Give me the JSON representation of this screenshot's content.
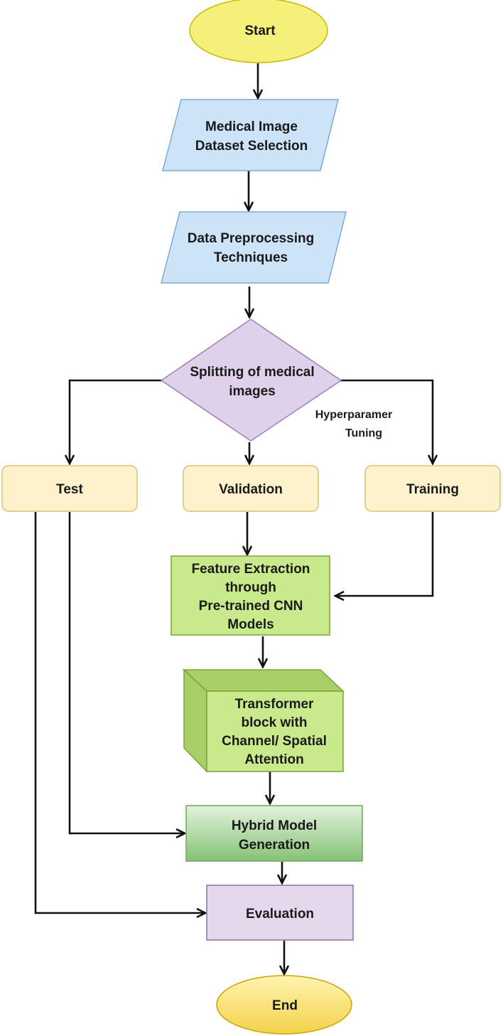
{
  "nodes": {
    "start": "Start",
    "dataset": [
      "Medical Image",
      "Dataset Selection"
    ],
    "preprocessing": [
      "Data Preprocessing",
      "Techniques"
    ],
    "splitting": [
      "Splitting of medical",
      "images"
    ],
    "test": "Test",
    "validation": "Validation",
    "training": "Training",
    "feature_extraction": [
      "Feature Extraction",
      "through",
      "Pre-trained CNN",
      "Models"
    ],
    "transformer": [
      "Transformer",
      "block with",
      "Channel/ Spatial",
      "Attention"
    ],
    "hybrid": [
      "Hybrid Model",
      "Generation"
    ],
    "evaluation": "Evaluation",
    "end": "End"
  },
  "annotations": {
    "hyperparameter": [
      "Hyperparamer",
      "Tuning"
    ]
  },
  "colors": {
    "terminal_fill": "#f5f07a",
    "terminal_stroke": "#c9b800",
    "io_fill": "#cde3f7",
    "io_stroke": "#7ea9d2",
    "decision_fill": "#e0d1ea",
    "decision_stroke": "#9d7fb6",
    "split_fill": "#fdf2cc",
    "split_stroke": "#d8c27a",
    "process_fill": "#c8ea8c",
    "process_stroke": "#7aa33a",
    "cube_side": "#a8cf68",
    "hybrid_top": "#e2f2dc",
    "hybrid_bottom": "#86c277",
    "eval_fill": "#e3d8ec",
    "eval_stroke": "#8b73a3",
    "end_top": "#fff4b0",
    "end_bottom": "#f3d24a",
    "arrow": "#111111"
  }
}
